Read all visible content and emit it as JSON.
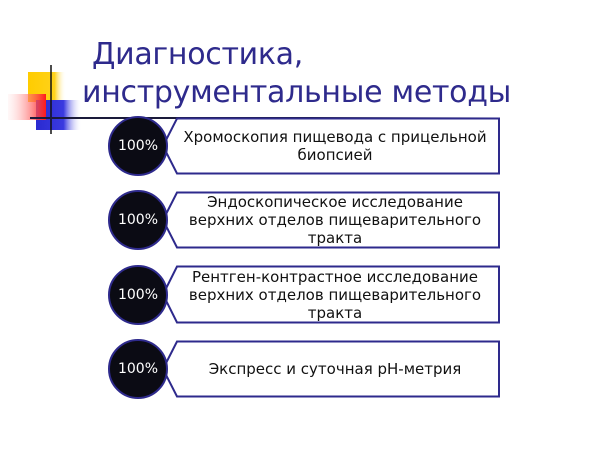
{
  "slide": {
    "title_line1": "Диагностика,",
    "title_line2": "инструментальные методы",
    "colors": {
      "title": "#2e2a8c",
      "box_border": "#2e2a8c",
      "circle_fill": "#0b0b14",
      "deco_yellow": "#ffcc00",
      "deco_red": "#ff2b2b",
      "deco_blue": "#2a2ad0"
    },
    "items": [
      {
        "percent": "100%",
        "text": "Хромоскопия пищевода с прицельной биопсией"
      },
      {
        "percent": "100%",
        "text": "Эндоскопическое исследование верхних отделов пищеварительного тракта"
      },
      {
        "percent": "100%",
        "text": "Рентген-контрастное исследование верхних отделов пищеварительного тракта"
      },
      {
        "percent": "100%",
        "text": "Экспресс и суточная pH-метрия"
      }
    ]
  }
}
